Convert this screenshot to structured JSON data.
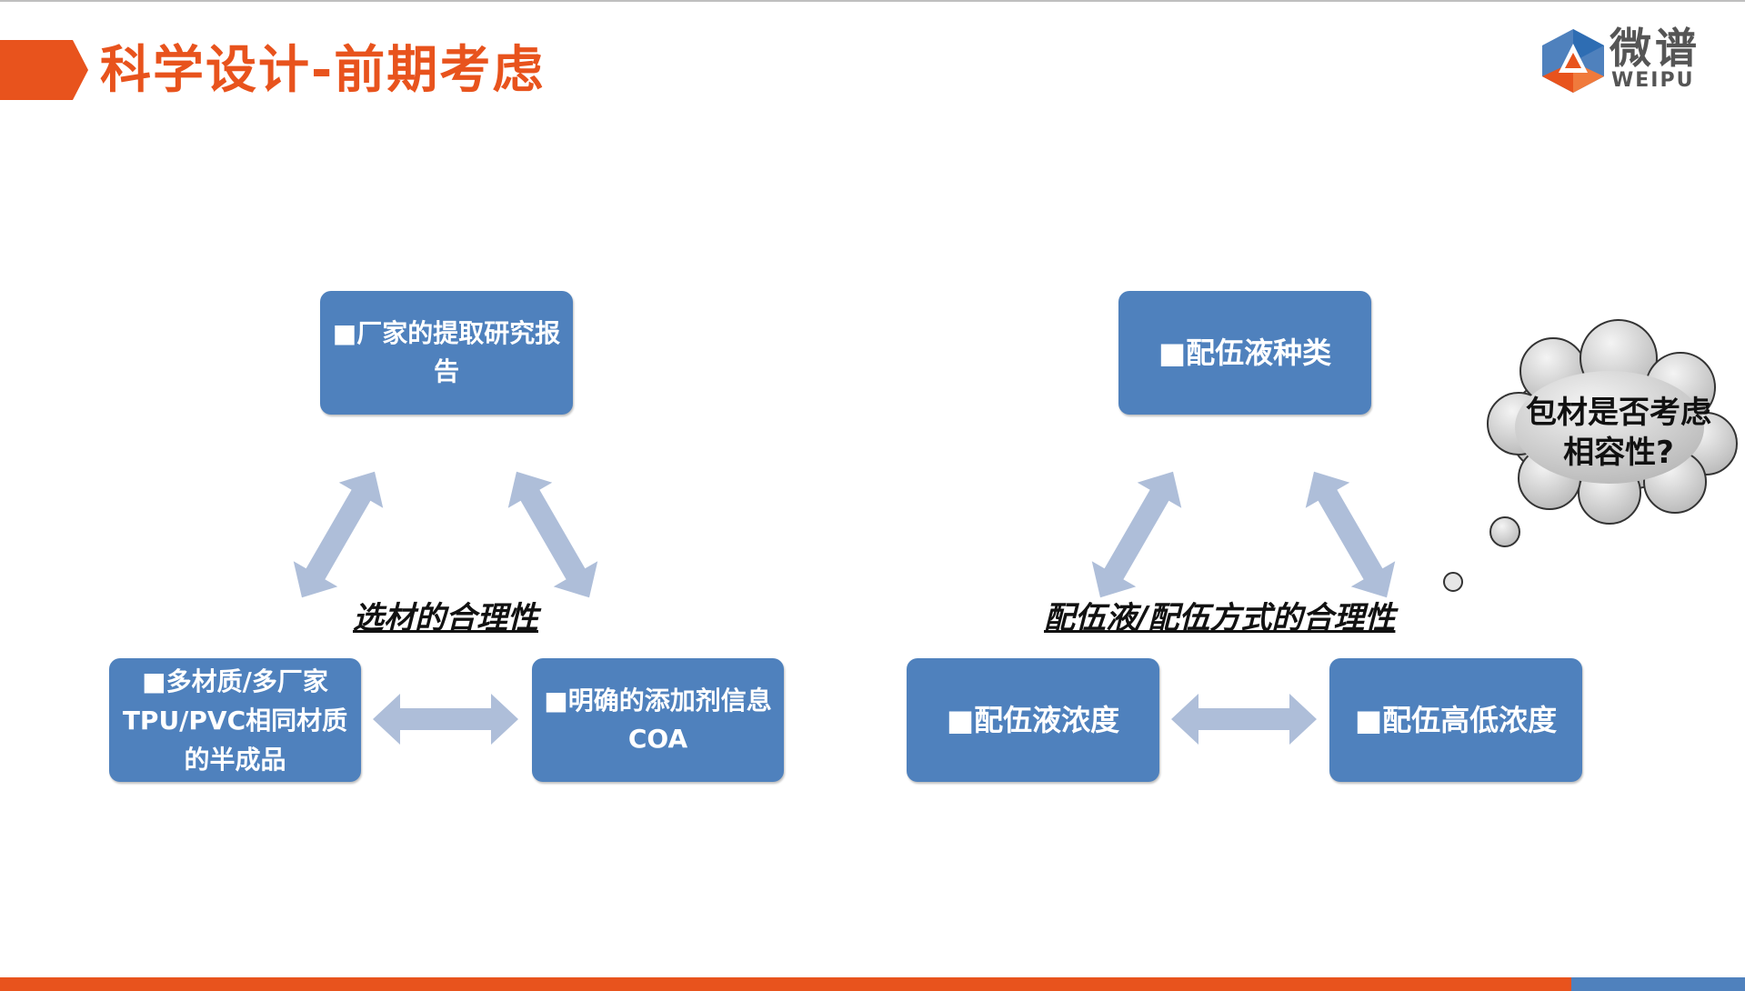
{
  "slide": {
    "title": "科学设计-前期考虑",
    "accent_color": "#e8531d",
    "box_color": "#4f81bd"
  },
  "logo": {
    "name": "微谱",
    "sub": "WEIPU"
  },
  "left_group": {
    "caption": "选材的合理性",
    "box_top": [
      "■厂家的提取研究报",
      "告"
    ],
    "box_left": [
      "■多材质/多厂家",
      "TPU/PVC相同材质",
      "的半成品"
    ],
    "box_right": [
      "■明确的添加剂信息",
      "COA"
    ]
  },
  "right_group": {
    "caption": "配伍液/配伍方式的合理性",
    "box_top": "■配伍液种类",
    "box_left": "■配伍液浓度",
    "box_right": "■配伍高低浓度"
  },
  "thought_bubble": {
    "lines": [
      "包材是否考虑",
      "相容性?"
    ]
  }
}
